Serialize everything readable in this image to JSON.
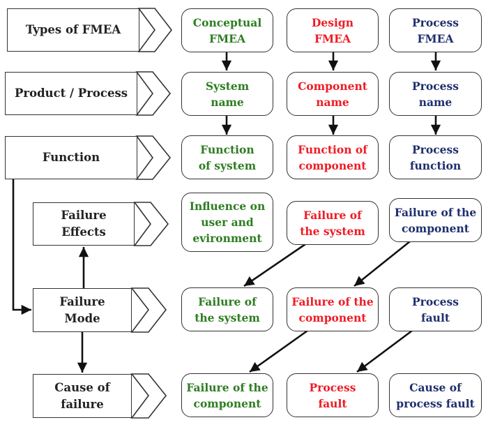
{
  "colors": {
    "conceptual": "#2e7d22",
    "design": "#ee1c25",
    "process": "#1f2f6e",
    "line": "#111111"
  },
  "stages": [
    {
      "id": "types",
      "label": "Types of FMEA"
    },
    {
      "id": "product",
      "label": "Product / Process"
    },
    {
      "id": "function",
      "label": "Function"
    },
    {
      "id": "effects",
      "label": "Failure\nEffects"
    },
    {
      "id": "mode",
      "label": "Failure\nMode"
    },
    {
      "id": "cause",
      "label": "Cause of\nfailure"
    }
  ],
  "columns": [
    {
      "name": "conceptual",
      "cells": [
        "Conceptual\nFMEA",
        "System\nname",
        "Function\nof system",
        "Influence on\nuser and\nevironment",
        "Failure of\nthe system",
        "Failure of the\ncomponent"
      ]
    },
    {
      "name": "design",
      "cells": [
        "Design\nFMEA",
        "Component\nname",
        "Function of\ncomponent",
        "Failure of\nthe system",
        "Failure of the\ncomponent",
        "Process\nfault"
      ]
    },
    {
      "name": "process",
      "cells": [
        "Process\nFMEA",
        "Process\nname",
        "Process\nfunction",
        "Failure of the\ncomponent",
        "Process\nfault",
        "Cause of\nprocess fault"
      ]
    }
  ]
}
